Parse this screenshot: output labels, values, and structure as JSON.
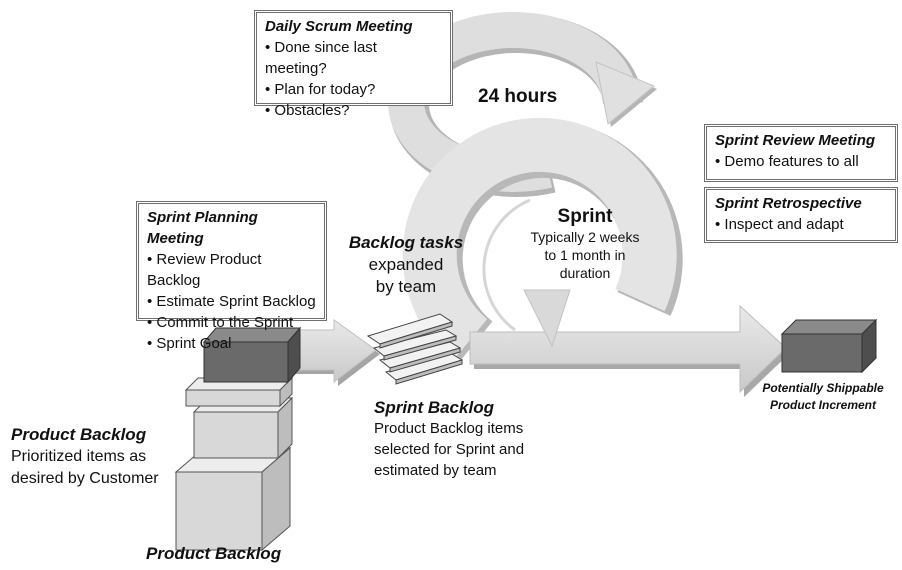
{
  "daily_scrum": {
    "title": "Daily Scrum Meeting",
    "items": [
      "• Done since last meeting?",
      "• Plan for today?",
      "• Obstacles?"
    ]
  },
  "cycle_label": "24 hours",
  "sprint": {
    "title": "Sprint",
    "lines": [
      "Typically 2 weeks",
      "to 1 month in",
      "duration"
    ]
  },
  "sprint_review": {
    "title": "Sprint Review Meeting",
    "items": [
      "• Demo features to all"
    ]
  },
  "sprint_retro": {
    "title": "Sprint Retrospective",
    "items": [
      "• Inspect and adapt"
    ]
  },
  "sprint_planning": {
    "title": "Sprint Planning Meeting",
    "items": [
      "• Review Product Backlog",
      "• Estimate Sprint Backlog",
      "• Commit to the Sprint",
      "• Sprint Goal"
    ]
  },
  "backlog_tasks": {
    "title": "Backlog tasks",
    "lines": [
      "expanded",
      "by team"
    ]
  },
  "sprint_backlog": {
    "title": "Sprint Backlog",
    "lines": [
      "Product Backlog items",
      "selected for Sprint and",
      "estimated by team"
    ]
  },
  "product_backlog_left": {
    "title": "Product Backlog",
    "lines": [
      "Prioritized items as",
      "desired by Customer"
    ]
  },
  "product_backlog_bottom": "Product Backlog",
  "increment": {
    "lines": [
      "Potentially Shippable",
      "Product Increment"
    ]
  },
  "colors": {
    "arrow_fill": "#dcdcdc",
    "arrow_shadow": "#a0a0a0",
    "box_border": "#6f6f6f",
    "dark_block": "#6a6a6a",
    "light_block": "#d7d7d7"
  }
}
